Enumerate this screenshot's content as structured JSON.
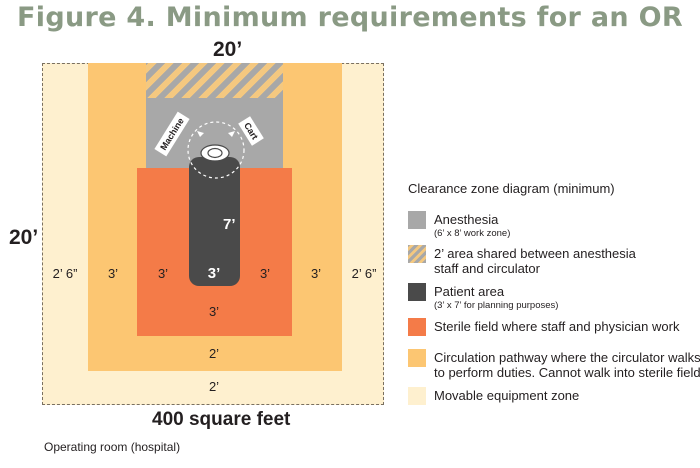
{
  "title": "Figure 4. Minimum requirements for an OR",
  "top_dimension": "20’",
  "left_dimension": "20’",
  "area_label": "400 square feet",
  "caption": "Operating room (hospital)",
  "diagram": {
    "machine_label": "Machine",
    "cart_label": "Cart",
    "patient_length": "7’",
    "patient_width": "3’",
    "sterile_bottom": "3’",
    "left_outer": "2’ 6”",
    "left_circ": "3’",
    "left_sterile": "3’",
    "right_sterile": "3’",
    "right_circ": "3’",
    "right_outer": "2’ 6”",
    "circ_bottom": "2’",
    "outer_bottom": "2’"
  },
  "legend": {
    "title": "Clearance zone diagram (minimum)",
    "items": [
      {
        "main": "Anesthesia",
        "sub": "(6’ x 8’ work zone)",
        "color": "#a8a8a8"
      },
      {
        "main": "2’ area shared between anesthesia",
        "line2": "staff and circulator",
        "color": "hatch"
      },
      {
        "main": "Patient area",
        "sub": "(3’ x 7’ for planning purposes)",
        "color": "#4a4a4a"
      },
      {
        "main": "Sterile field where staff and physician work",
        "color": "#f47b48"
      },
      {
        "main": "Circulation pathway where the circulator walks",
        "line2": "to perform duties. Cannot walk into sterile field.",
        "color": "#fcc672"
      },
      {
        "main": "Movable equipment zone",
        "color": "#fef0cf"
      }
    ]
  },
  "colors": {
    "outer": "#fef0cf",
    "circulation": "#fcc672",
    "sterile": "#f47b48",
    "anesthesia": "#a8a8a8",
    "patient": "#4a4a4a",
    "title": "#8a9a84"
  }
}
